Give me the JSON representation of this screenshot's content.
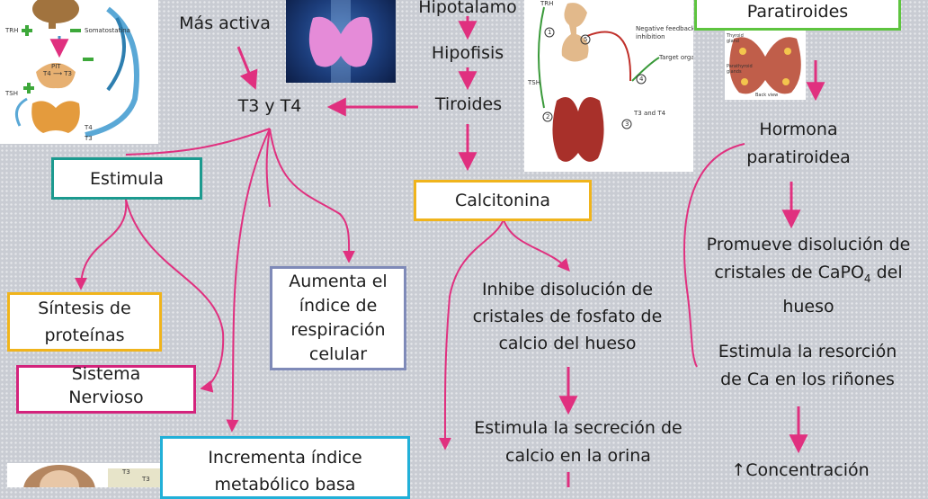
{
  "nodes": {
    "hipotalamo": "Hipotalamo",
    "hipofisis": "Hipofisis",
    "tiroides": "Tiroides",
    "mas_activa": "Más activa",
    "t3_t4": "T3 y T4",
    "estimula": "Estimula",
    "calcitonina": "Calcitonina",
    "paratiroides": "Paratiroides",
    "hormona": [
      "Hormona",
      "paratiroidea"
    ],
    "sintesis": [
      "Síntesis de",
      "proteínas"
    ],
    "sistema": [
      "Sistema",
      "Nervioso"
    ],
    "aumenta": [
      "Aumenta el",
      "índice de",
      "respiración",
      "celular"
    ],
    "incrementa": [
      "Incrementa índice",
      "metabólico basa"
    ],
    "inhibe": [
      "Inhibe disolución de",
      "cristales de fosfato de",
      "calcio del hueso"
    ],
    "estimula_secrecion": [
      "Estimula la secreción de",
      "calcio en la orina"
    ],
    "promueve": [
      "Promueve disolución de",
      "cristales de CaPO",
      "4",
      " del",
      "hueso"
    ],
    "estimula_resorcion": [
      "Estimula la resorción",
      "de Ca en los riñones"
    ],
    "concentracion": "↑Concentración"
  },
  "figure_left": {
    "trh": "TRH",
    "somatostatina": "Somatostatina",
    "pit": "PIT",
    "t4_t3": "T4 ⟶ T3",
    "tsh": "TSH",
    "t4": "T4",
    "t3": "T3"
  },
  "figure_feedback": {
    "trh": "TRH",
    "negative": "Negative feedback",
    "inhibition": "inhibition",
    "target": "Target organs",
    "tsh": "TSH",
    "t3t4": "T3 and T4",
    "n1": "1",
    "n2": "2",
    "n3": "3",
    "n4": "4",
    "n5": "5"
  },
  "figure_parathyroid": {
    "thyroid": "Thyroid",
    "gland": "gland",
    "parathyroid": "Parathyroid",
    "glands": "glands",
    "back": "Back view"
  },
  "figure_bottom": {
    "t3": "T3",
    "t3b": "T3"
  },
  "colors": {
    "arrow": "#e0307f",
    "teal": "#1c9a8f",
    "gold": "#f0b41c",
    "pink": "#d3237c",
    "slate": "#7f8ab8",
    "cyan": "#22b0d8",
    "green": "#5ec43f"
  }
}
